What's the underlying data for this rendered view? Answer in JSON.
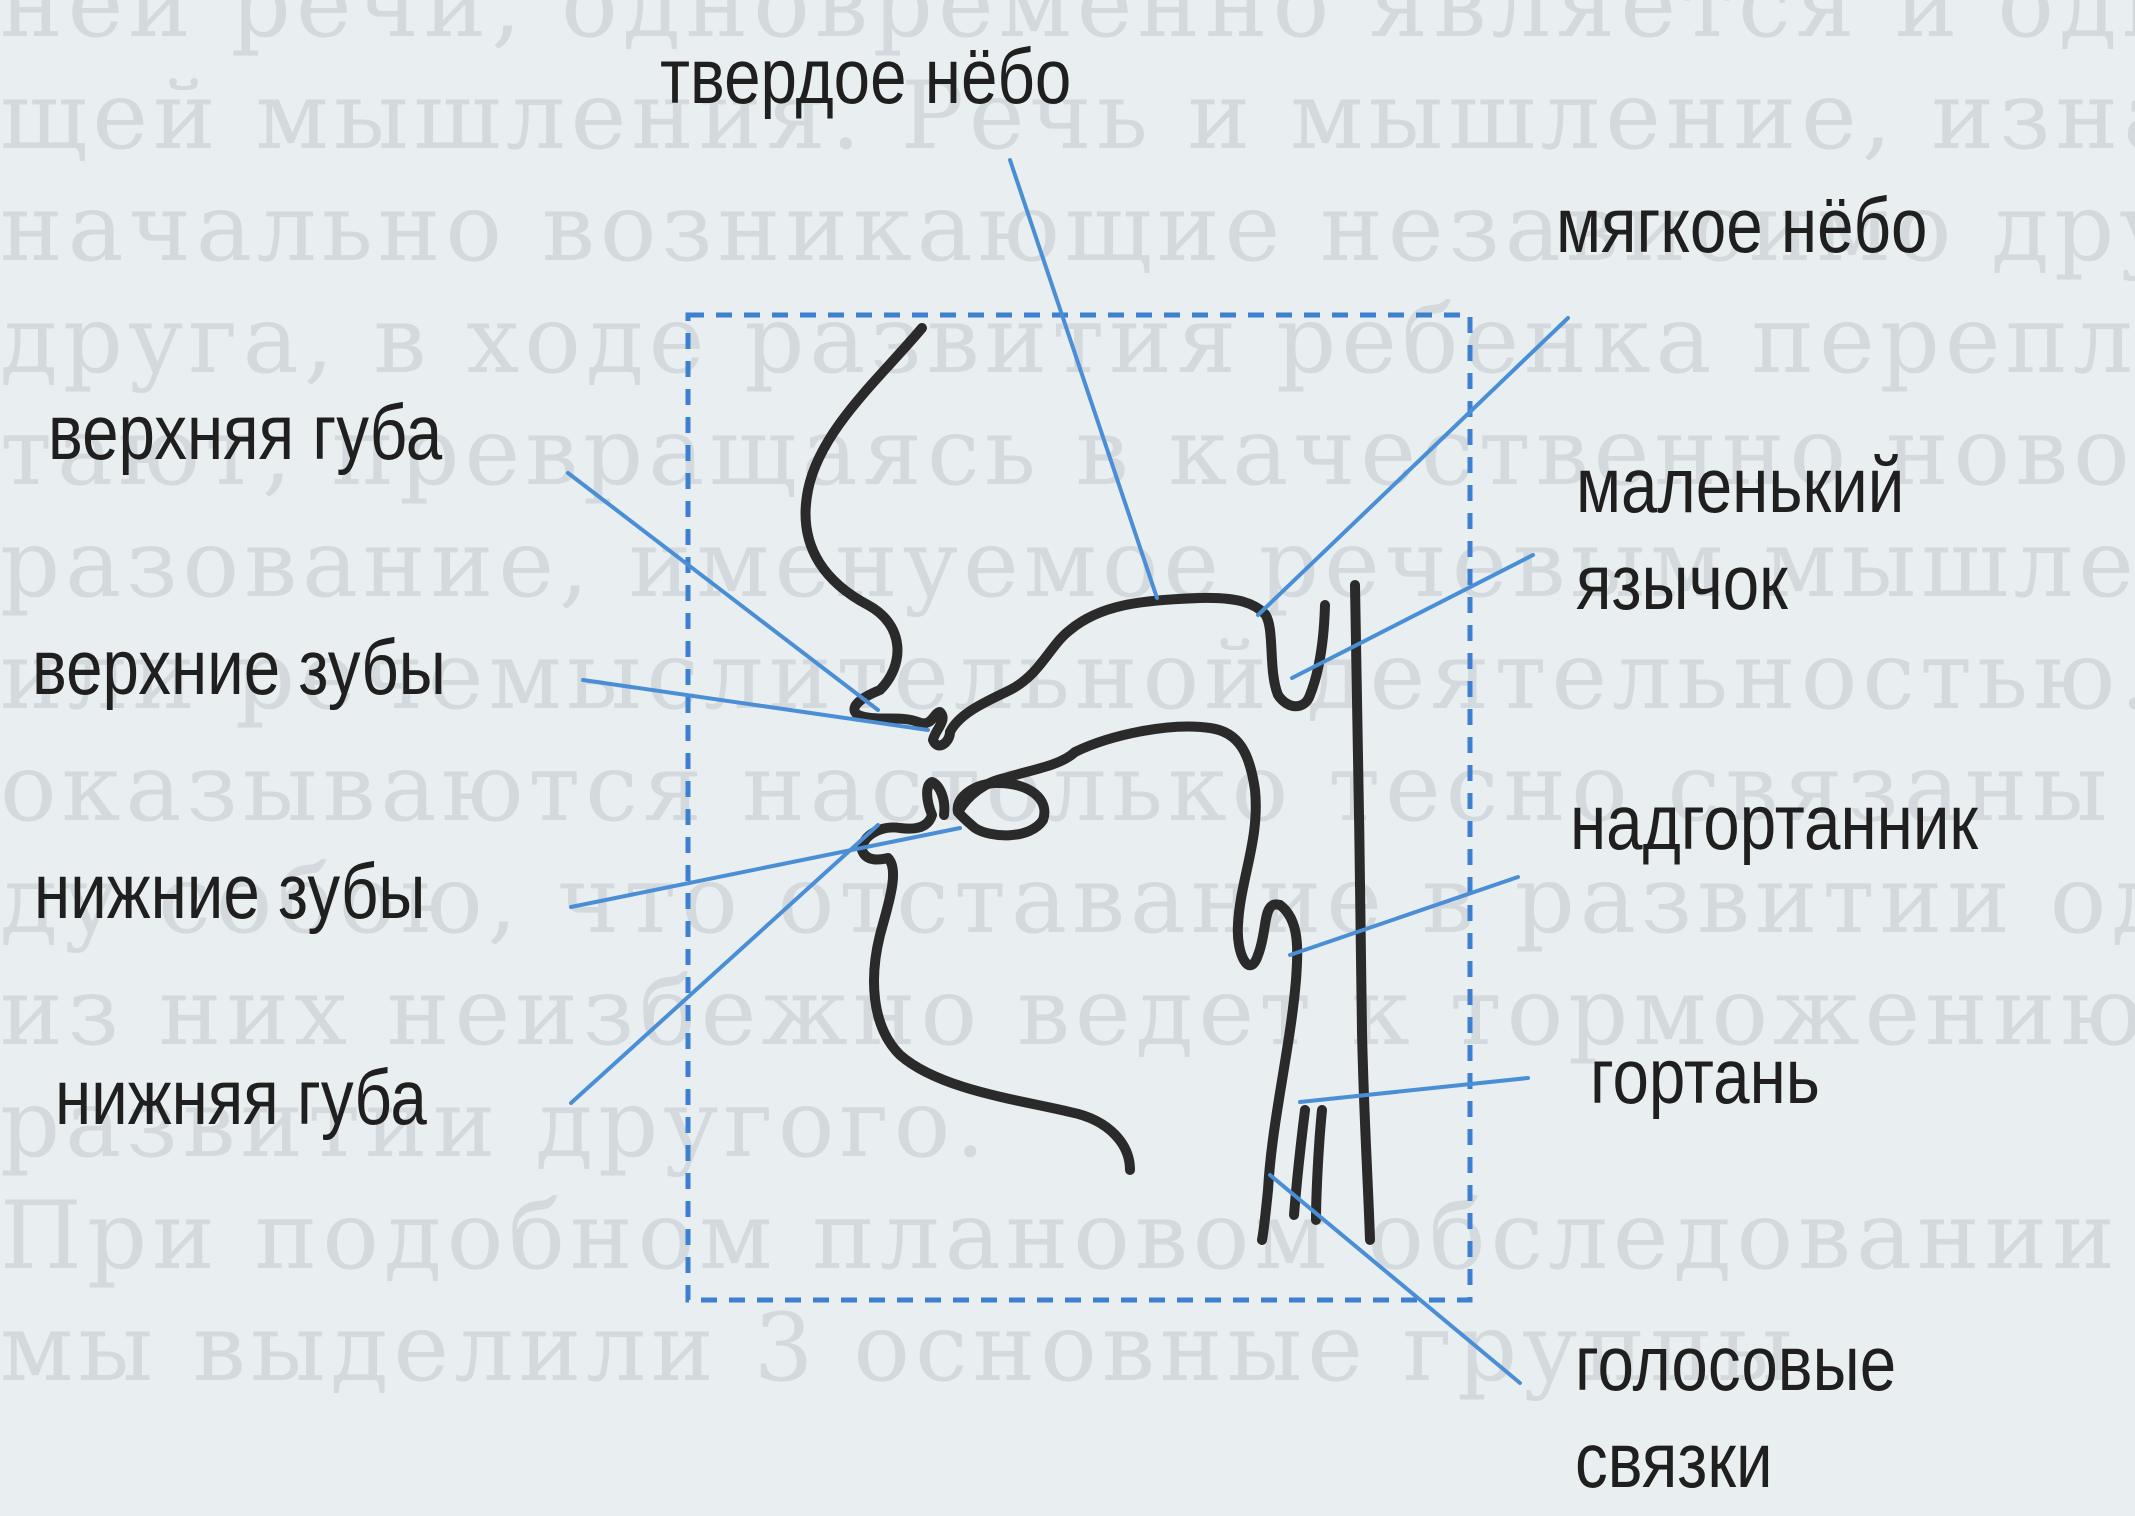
{
  "diagram": {
    "labels": {
      "hard_palate": "твердое нёбо",
      "soft_palate": "мягкое нёбо",
      "uvula": [
        "маленький",
        "язычок"
      ],
      "upper_lip": "верхняя губа",
      "upper_teeth": "верхние зубы",
      "epiglottis": "надгортанник",
      "lower_teeth": "нижние зубы",
      "larynx": "гортань",
      "lower_lip": "нижняя губа",
      "vocal_cords": [
        "голосовые",
        "связки"
      ]
    },
    "colors": {
      "leader_line": "#4a8fd6",
      "frame": "#3d7fd0",
      "outline": "#2a2a2a",
      "label_text": "#1f1f1f",
      "background": "#e9eef0"
    }
  },
  "background_text": [
    "ней речи, одновременно является и одной",
    "щей мышления. Речь и мышление, изна-",
    "начально возникающие независимо друг от",
    "друга, в ходе развития ребенка перепле-",
    "тают, превращаясь в качественно новое об-",
    "разование, именуемое речевым мышлением",
    "или речемыслительной деятельностью. Они",
    "оказываются настолько тесно связаны меж-",
    "ду собою, что отставание в развитии одного",
    "из них неизбежно ведет к торможению в",
    "развитии другого.",
    "При подобном плановом обследовании",
    "мы выделили 3 основные группы"
  ]
}
